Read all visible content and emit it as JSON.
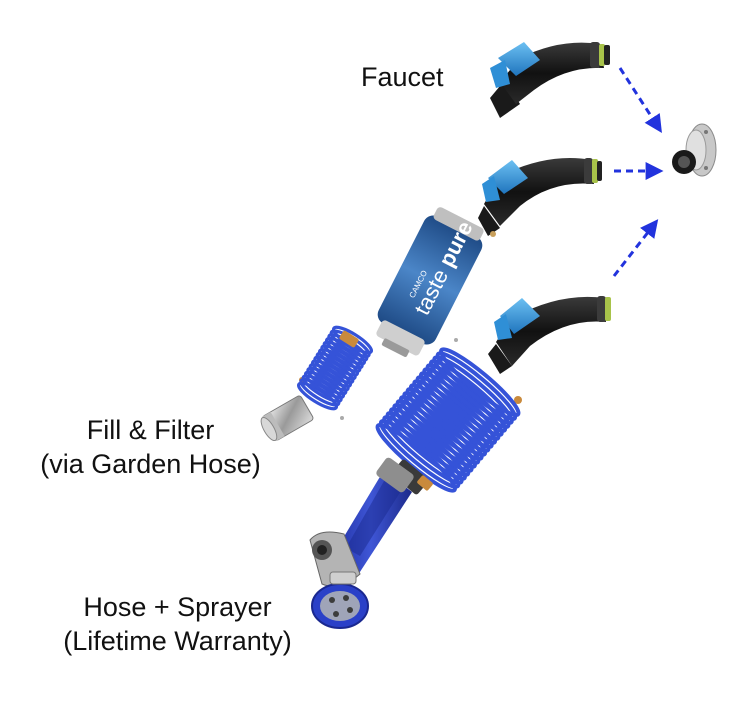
{
  "labels": {
    "faucet": "Faucet",
    "fill_filter": [
      "Fill & Filter",
      "(via Garden Hose)"
    ],
    "hose_sprayer": [
      "Hose + Sprayer",
      "(Lifetime Warranty)"
    ]
  },
  "filter": {
    "brand_small": "CAMCO",
    "brand_text_1": "taste",
    "brand_text_2": "pure"
  },
  "colors": {
    "arrow": "#2233dd",
    "valve_blue": "#2f8fd6",
    "hose_blue": "#3553d8",
    "body_dark": "#1a1a1a",
    "filter_blue": "#2c5d9e"
  }
}
